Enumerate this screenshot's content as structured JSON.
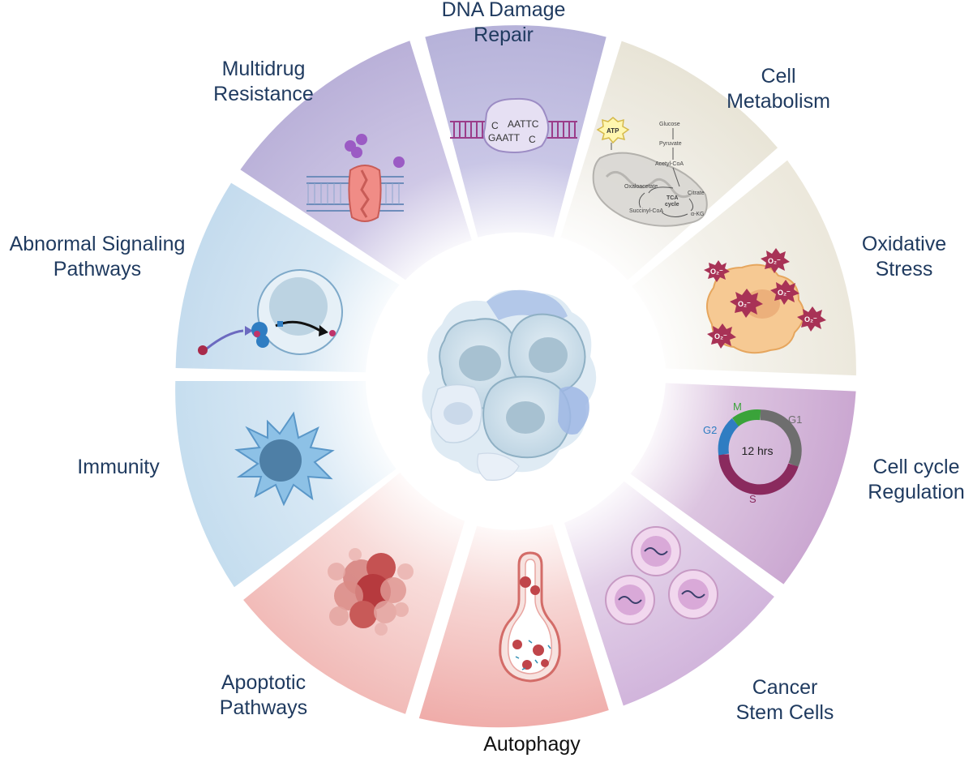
{
  "segments": [
    {
      "id": "dna-damage-repair",
      "lines": [
        "DNA Damage",
        "Repair"
      ],
      "icon": "dna-repair-enzyme-icon",
      "color": "#b6b2d9"
    },
    {
      "id": "cell-metabolism",
      "lines": [
        "Cell",
        "Metabolism"
      ],
      "icon": "mitochondrion-tca-icon",
      "color": "#e9e5d9"
    },
    {
      "id": "oxidative-stress",
      "lines": [
        "Oxidative",
        "Stress"
      ],
      "icon": "cell-ros-icon",
      "color": "#eeebe0"
    },
    {
      "id": "cell-cycle-regulation",
      "lines": [
        "Cell cycle",
        "Regulation"
      ],
      "icon": "cell-cycle-ring-icon",
      "color": "#cba8d0"
    },
    {
      "id": "cancer-stem-cells",
      "lines": [
        "Cancer",
        "Stem Cells"
      ],
      "icon": "stem-cells-icon",
      "color": "#d3b6dc"
    },
    {
      "id": "autophagy",
      "lines": [
        "Autophagy"
      ],
      "icon": "autophagosome-icon",
      "color": "#f1b5b2"
    },
    {
      "id": "apoptotic-pathways",
      "lines": [
        "Apoptotic",
        "Pathways"
      ],
      "icon": "apoptotic-cell-icon",
      "color": "#f2bfbc"
    },
    {
      "id": "immunity",
      "lines": [
        "Immunity"
      ],
      "icon": "dendritic-cell-icon",
      "color": "#c6dff0"
    },
    {
      "id": "abnormal-signaling-pathways",
      "lines": [
        "Abnormal Signaling",
        "Pathways"
      ],
      "icon": "signaling-receptor-icon",
      "color": "#c5ddef"
    },
    {
      "id": "multidrug-resistance",
      "lines": [
        "Multidrug",
        "Resistance"
      ],
      "icon": "efflux-pump-icon",
      "color": "#bdb4da"
    }
  ],
  "icon_text": {
    "dna_top": "AATTC",
    "dna_top_left": "C",
    "dna_bottom": "GAATT",
    "dna_bottom_right": "C",
    "atp": "ATP",
    "glucose": "Glucose",
    "pyruvate": "Pyruvate",
    "acetyl_coa": "Acetyl-CoA",
    "oxaloacetate": "Oxaloacetate",
    "citrate": "Citrate",
    "tca": "TCA",
    "cycle": "cycle",
    "succinyl_coa": "Succinyl-CoA",
    "akg": "α-KG",
    "ros": "O₂⁻",
    "phase_m": "M",
    "phase_g1": "G1",
    "phase_g2": "G2",
    "phase_s": "S",
    "cycle_duration": "12 hrs"
  },
  "colors": {
    "title_text": "#1f3a5f",
    "center_fill": "#ffffff",
    "phase_m": "#3aa33a",
    "phase_g1": "#6e6e6e",
    "phase_g2": "#2f7dc2",
    "phase_s": "#8a2a5e"
  }
}
